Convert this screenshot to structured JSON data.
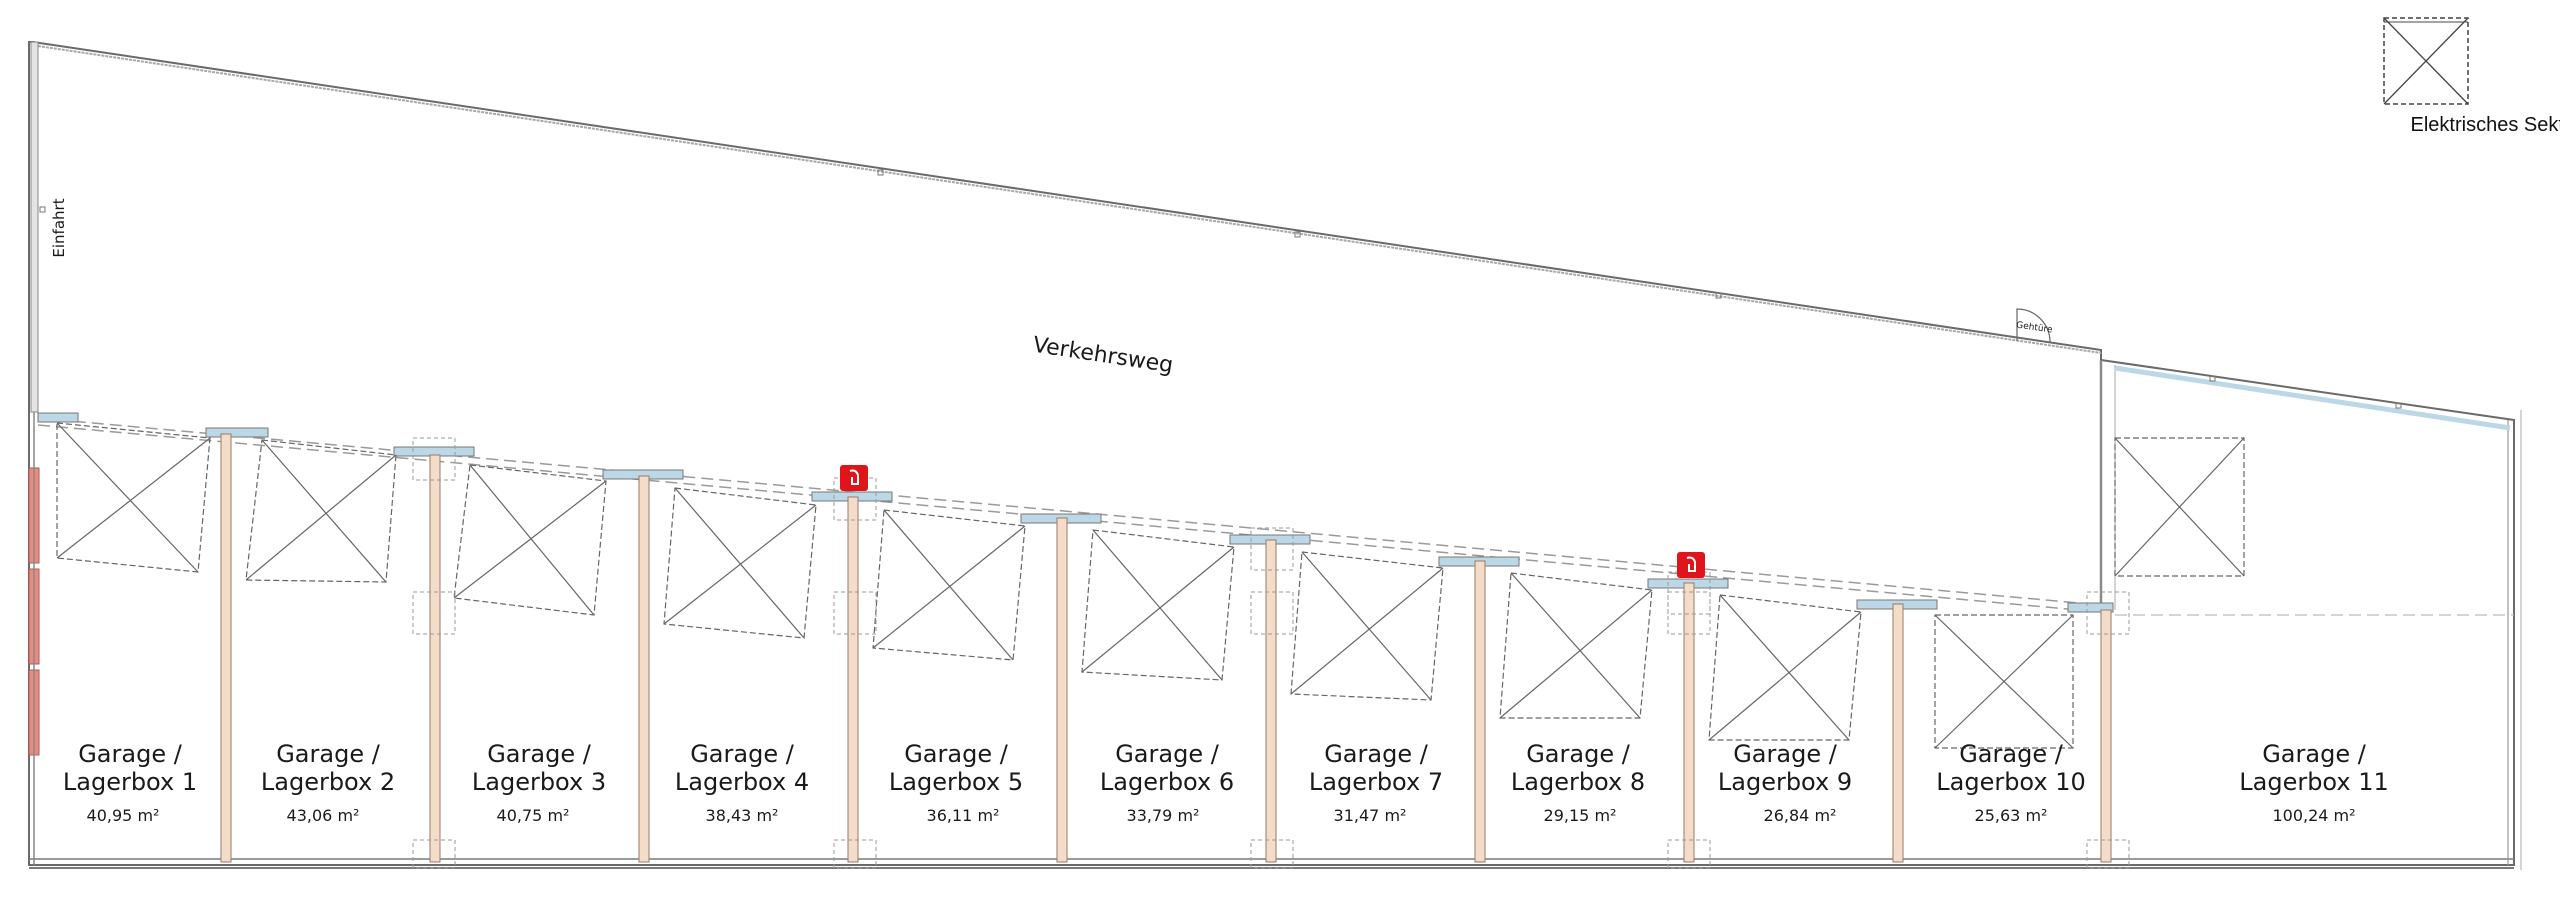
{
  "legend": {
    "label": "Elektrisches Sektionaltor",
    "icon": "sectional-door-symbol-icon"
  },
  "entrance_label": "Einfahrt",
  "driveway_label": "Verkehrsweg",
  "door_label": "Gehtüre",
  "fire_extinguisher_icon": "fire-extinguisher-icon",
  "colors": {
    "outline": "#666666",
    "dashed": "#9a9a9a",
    "partition_wall": "#f3dcc8",
    "partition_border": "#9a7a6a",
    "glass": "#bcd7e6",
    "fire_sign": "#e0141b",
    "entrance_wall": "#e88a80"
  },
  "units": [
    {
      "line1": "Garage /",
      "line2": "Lagerbox 1",
      "area": "40,95 m²"
    },
    {
      "line1": "Garage /",
      "line2": "Lagerbox 2",
      "area": "43,06 m²"
    },
    {
      "line1": "Garage /",
      "line2": "Lagerbox 3",
      "area": "40,75 m²"
    },
    {
      "line1": "Garage /",
      "line2": "Lagerbox 4",
      "area": "38,43 m²"
    },
    {
      "line1": "Garage /",
      "line2": "Lagerbox 5",
      "area": "36,11 m²"
    },
    {
      "line1": "Garage /",
      "line2": "Lagerbox 6",
      "area": "33,79 m²"
    },
    {
      "line1": "Garage /",
      "line2": "Lagerbox 7",
      "area": "31,47 m²"
    },
    {
      "line1": "Garage /",
      "line2": "Lagerbox 8",
      "area": "29,15 m²"
    },
    {
      "line1": "Garage /",
      "line2": "Lagerbox 9",
      "area": "26,84 m²"
    },
    {
      "line1": "Garage /",
      "line2": "Lagerbox 10",
      "area": "25,63 m²"
    },
    {
      "line1": "Garage /",
      "line2": "Lagerbox 11",
      "area": "100,24 m²"
    }
  ]
}
